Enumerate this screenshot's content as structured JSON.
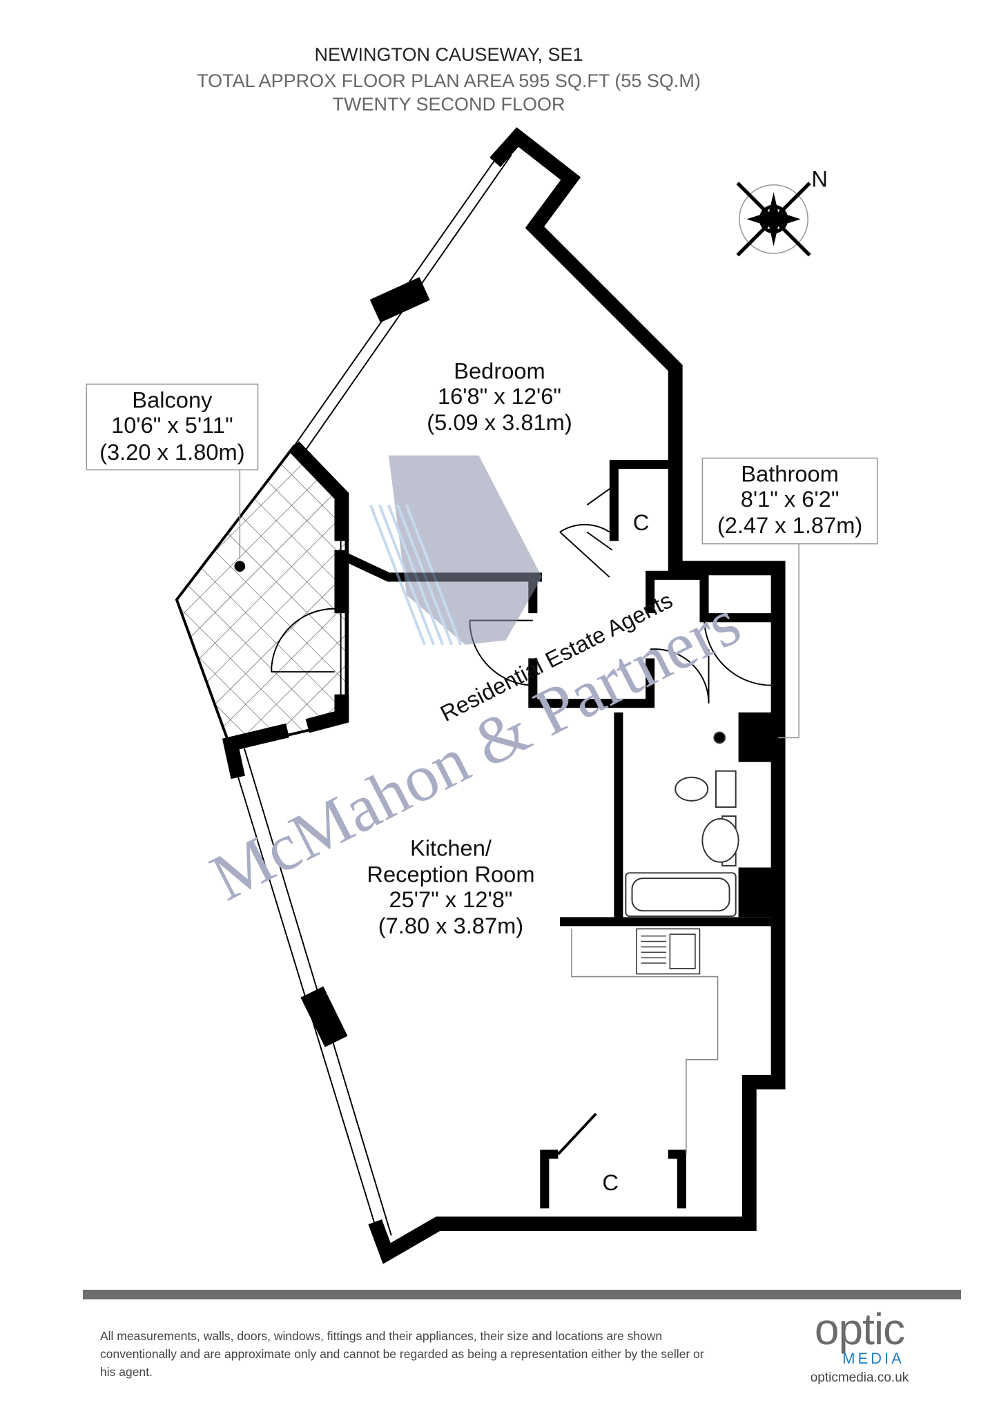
{
  "header": {
    "address": "NEWINGTON CAUSEWAY, SE1",
    "area": "TOTAL APPROX FLOOR PLAN AREA  595 SQ.FT (55 SQ.M)",
    "floor": "TWENTY SECOND FLOOR"
  },
  "rooms": {
    "bedroom": {
      "name": "Bedroom",
      "imperial": "16'8\" x 12'6\"",
      "metric": "(5.09 x 3.81m)"
    },
    "balcony": {
      "name": "Balcony",
      "imperial": "10'6\" x 5'11\"",
      "metric": "(3.20 x 1.80m)"
    },
    "bathroom": {
      "name": "Bathroom",
      "imperial": "8'1\" x 6'2\"",
      "metric": "(2.47 x 1.87m)"
    },
    "kitchen": {
      "name1": "Kitchen/",
      "name2": "Reception Room",
      "imperial": "25'7\" x 12'8\"",
      "metric": "(7.80 x 3.87m)"
    },
    "cupboard_upper": "C",
    "cupboard_lower": "C"
  },
  "compass": {
    "label": "N",
    "icon": "compass-rose-icon"
  },
  "watermark": {
    "name": "McMahon & Partners",
    "tagline": "Residential Estate Agents"
  },
  "footer": {
    "disclaimer": "All measurements, walls, doors, windows, fittings and their appliances, their size and locations are shown conventionally and are approximate only and cannot be regarded as being a representation either by the seller or his agent.",
    "logo_top": "optic",
    "logo_sub": "MEDIA",
    "logo_url": "opticmedia.co.uk"
  },
  "colors": {
    "wall": "#000000",
    "rule": "#6d6d6d",
    "logo_blue": "#1f7fc4",
    "logo_gray": "#6b6b6b"
  }
}
